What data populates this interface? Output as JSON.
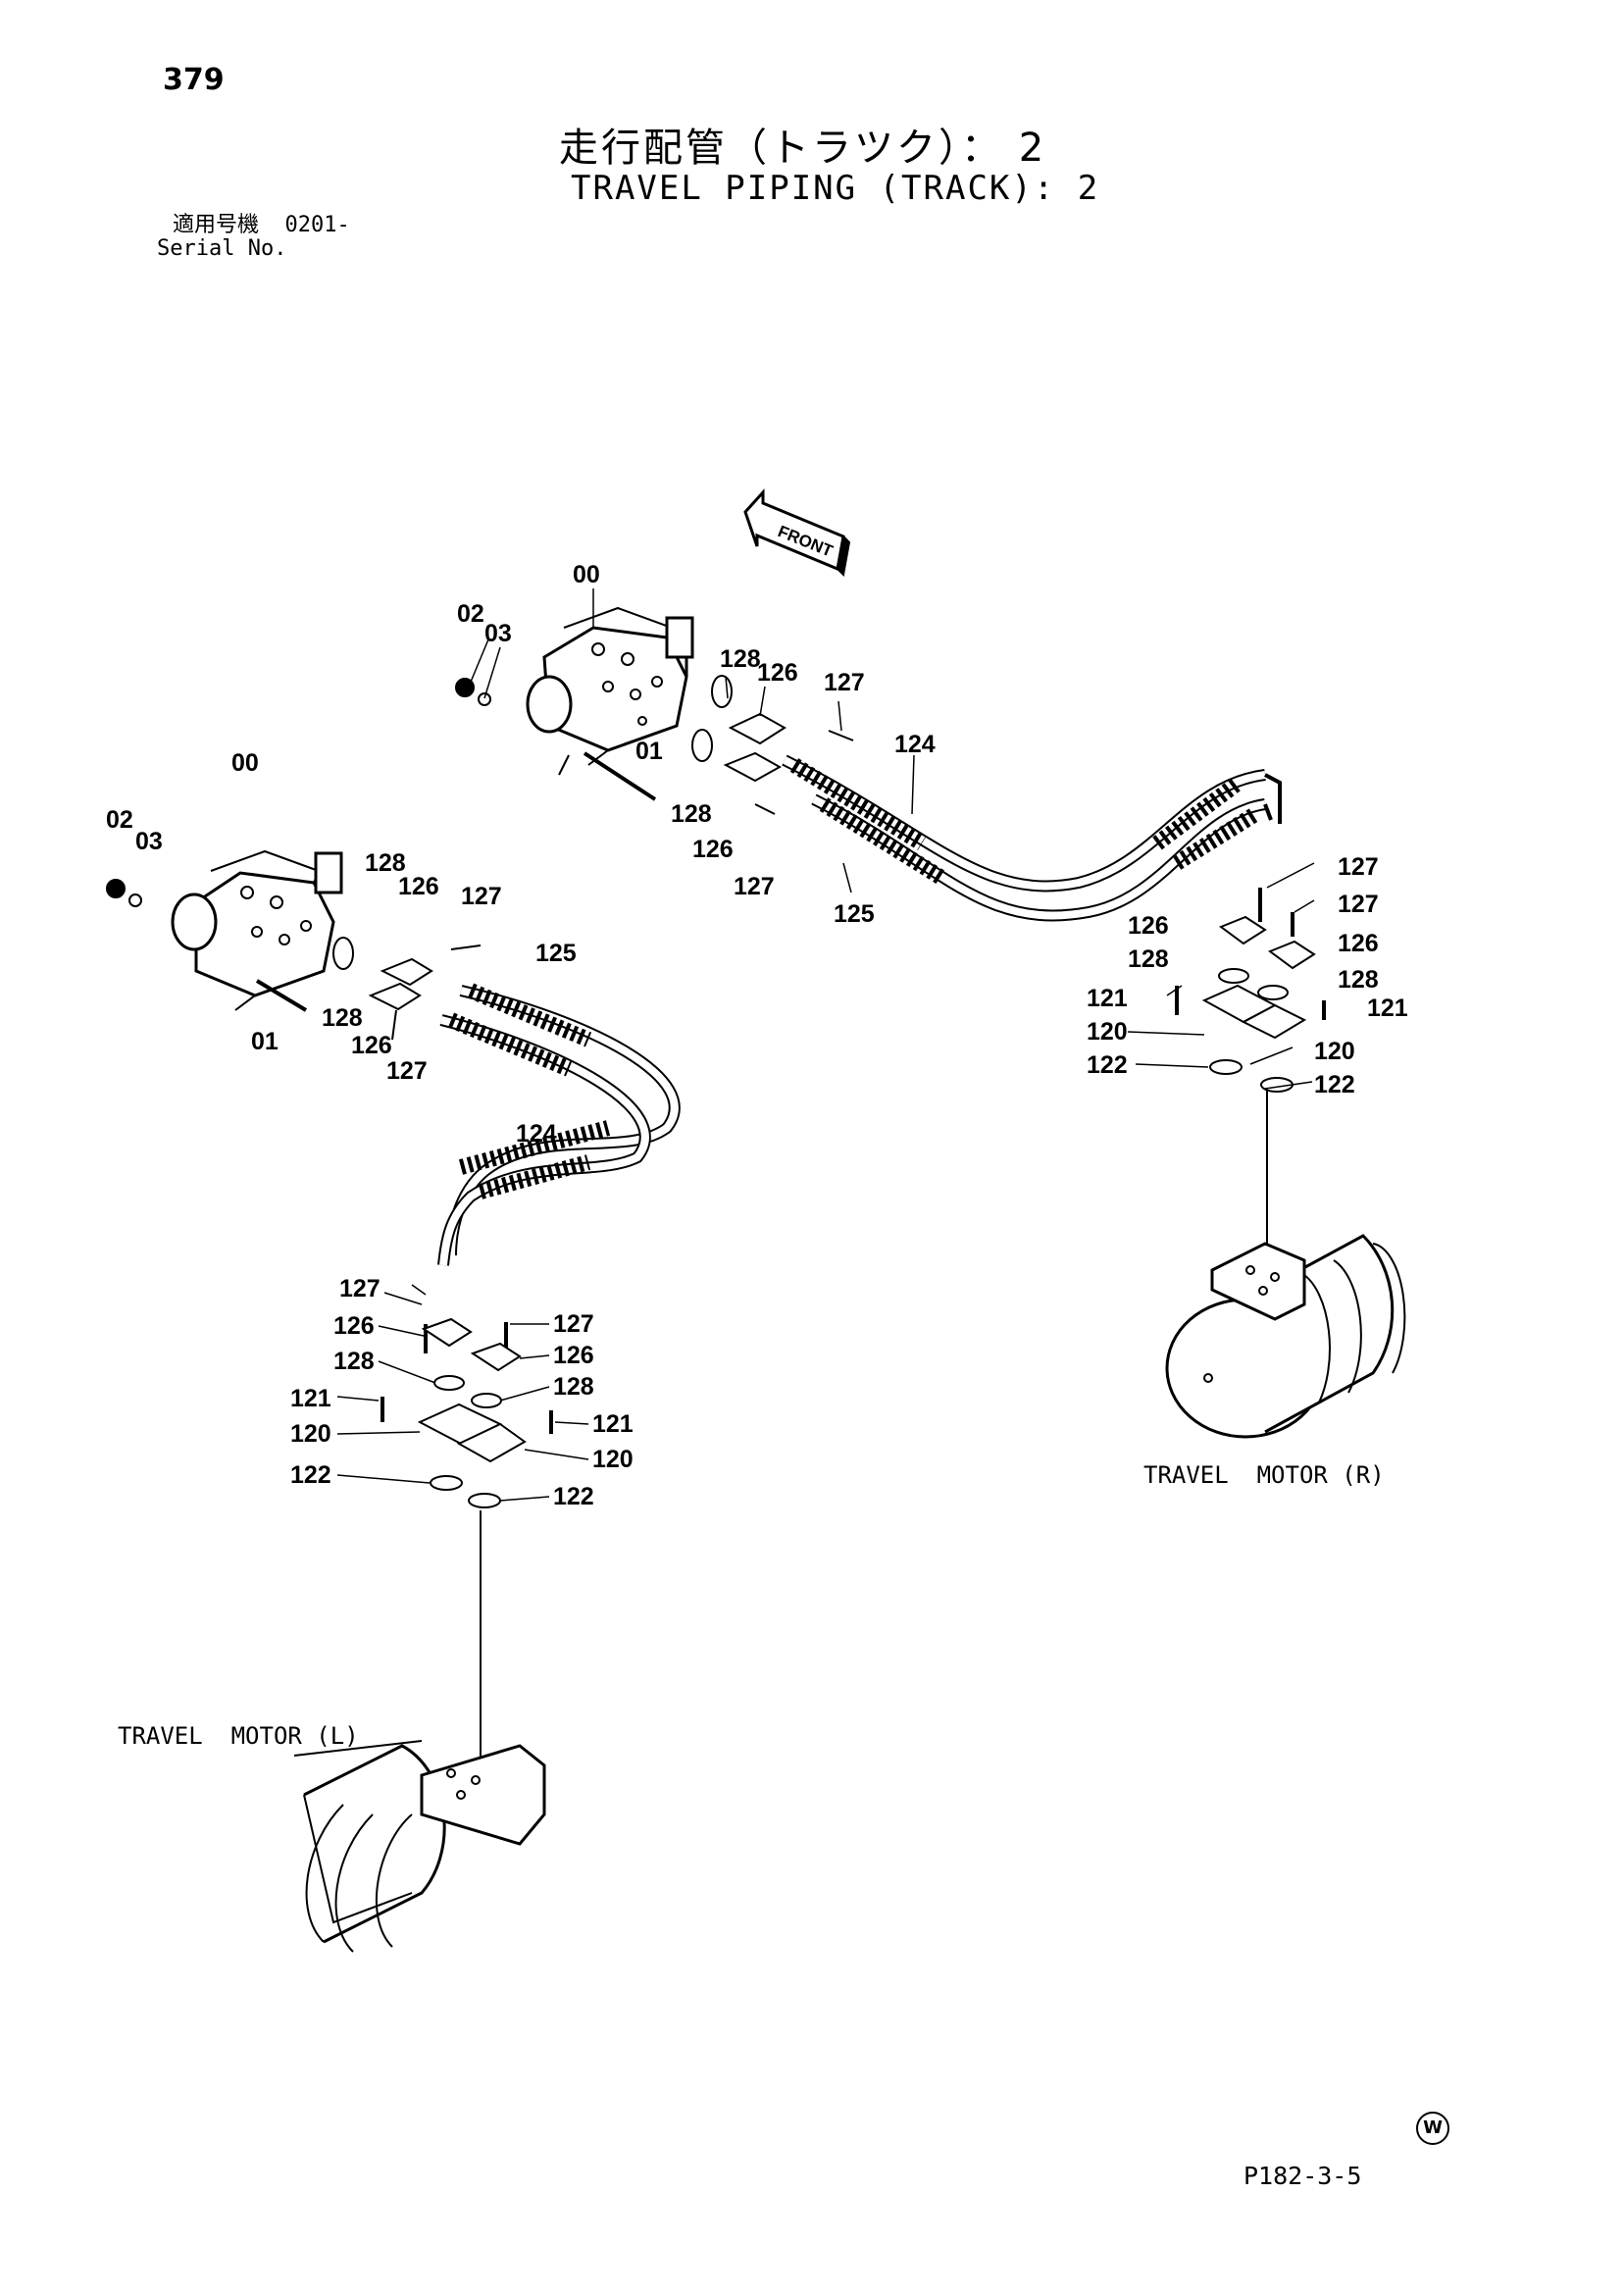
{
  "page_number": "379",
  "title_jp": "走行配管（トラツク）： 2",
  "title_en": "TRAVEL PIPING (TRACK): 2",
  "serial": {
    "label_jp": "適用号機",
    "range": "0201-",
    "label_en": "Serial No."
  },
  "front_label": "FRONT",
  "motor_right_caption": "TRAVEL  MOTOR (R)",
  "motor_left_caption": "TRAVEL  MOTOR (L)",
  "watermark": "W",
  "page_code": "P182-3-5",
  "part_labels": {
    "r_00": "00",
    "r_02": "02",
    "r_03": "03",
    "r_01": "01",
    "r_128a": "128",
    "r_126a": "126",
    "r_127a": "127",
    "r_124": "124",
    "r_128b": "128",
    "r_126b": "126",
    "r_127b": "127",
    "r_125": "125",
    "r_127c": "127",
    "r_127d": "127",
    "r_126c": "126",
    "r_126d": "126",
    "r_128c": "128",
    "r_128d": "128",
    "r_121a": "121",
    "r_121b": "121",
    "r_120a": "120",
    "r_120b": "120",
    "r_122a": "122",
    "r_122b": "122",
    "l_00": "00",
    "l_02": "02",
    "l_03": "03",
    "l_01": "01",
    "l_128a": "128",
    "l_126a": "126",
    "l_127a": "127",
    "l_125": "125",
    "l_128b": "128",
    "l_126b": "126",
    "l_127b": "127",
    "l_124": "124",
    "l_127c": "127",
    "l_127d": "127",
    "l_126c": "126",
    "l_126d": "126",
    "l_128c": "128",
    "l_128d": "128",
    "l_121a": "121",
    "l_121b": "121",
    "l_120a": "120",
    "l_120b": "120",
    "l_122a": "122",
    "l_122b": "122"
  }
}
